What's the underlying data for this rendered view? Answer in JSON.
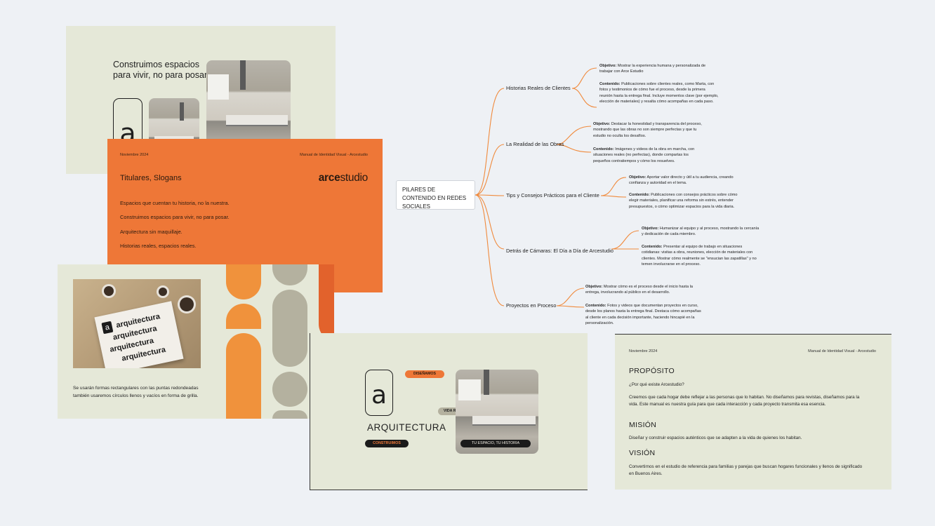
{
  "hero": {
    "title": "Construimos espacios para vivir, no para posar.",
    "logo_letter": "a"
  },
  "orange": {
    "date": "Noviembre 2024",
    "manual": "Manual de Identidad Visual - Arcestudio",
    "heading": "Titulares, Slogans",
    "brand_bold": "arce",
    "brand_light": "studio",
    "slogans": [
      "Espacios que cuentan tu historia, no la nuestra.",
      "Construimos espacios para vivir, no para posar.",
      "Arquitectura sin maquillaje.",
      "Historias reales, espacios reales."
    ]
  },
  "shapes": {
    "caption": "Se usarán formas rectangulares con las puntas redondeadas también usaremos círculos llenos y vacíos en forma de grilla.",
    "mock_words": [
      "arquitectura",
      "arquitectura",
      "arquitectura",
      "arquitectura"
    ],
    "mock_logo": "a"
  },
  "arq": {
    "logo_letter": "a",
    "word": "ARQUITECTURA",
    "pill_design": "DISEÑAMOS",
    "pill_real": "VIDA REAL",
    "pill_build": "CONSTRUIMOS",
    "tag": "TU ESPACIO, TU HISTORIA"
  },
  "prop": {
    "date": "Noviembre 2024",
    "manual": "Manual de Identidad Visual - Arcestudio",
    "h1": "PROPÓSITO",
    "q": "¿Por qué existe Arcestudio?",
    "p1": "Creemos que cada hogar debe reflejar a las personas que lo habitan. No diseñamos para revistas, diseñamos para la vida. Este manual es nuestra guía para que cada interacción y cada proyecto transmita esa esencia.",
    "h2": "MISIÓN",
    "p2": "Diseñar y construir espacios auténticos que se adapten a la vida de quienes los habitan.",
    "h3": "VISIÓN",
    "p3": "Convertirnos en el estudio de referencia para familias y parejas que buscan hogares funcionales y llenos de significado en Buenos Aires."
  },
  "mindmap": {
    "root": "PILARES DE CONTENIDO EN REDES SOCIALES",
    "accent": "#f08a3c",
    "obj_label": "Objetivo:",
    "cont_label": "Contenido:",
    "branches": [
      {
        "label": "Historias Reales de Clientes",
        "objetivo": "Mostrar la experiencia humana y personalizada de trabajar con Arce Estudio",
        "contenido": "Publicaciones sobre clientes reales, como Marta, con fotos y testimonios de cómo fue el proceso, desde la primera reunión hasta la entrega final. Incluye momentos clave (por ejemplo, elección de materiales) y resalta cómo acompañas en cada paso."
      },
      {
        "label": "La Realidad de las Obras",
        "objetivo": "Destacar la honestidad y transparencia del proceso, mostrando que las obras no son siempre perfectas y que tu estudio no oculta los desafíos.",
        "contenido": "Imágenes y videos de la obra en marcha, con situaciones reales (no perfectas), donde compartas los pequeños contratiempos y cómo los resuelves."
      },
      {
        "label": "Tips y Consejos Prácticos para el Cliente",
        "objetivo": "Aportar valor directo y útil a tu audiencia, creando confianza y autoridad en el tema.",
        "contenido": "Publicaciones con consejos prácticos sobre cómo elegir materiales, planificar una reforma sin estrés, entender presupuestos, o cómo optimizar espacios para la vida diaria."
      },
      {
        "label": "Detrás de Cámaras: El Día a Día de Arcestudio",
        "objetivo": "Humanizar al equipo y al proceso, mostrando la cercanía y dedicación de cada miembro.",
        "contenido": "Presentar al equipo de trabajo en situaciones cotidianas: visitas a obra, reuniones, elección de materiales con clientes. Mostrar cómo realmente se \"ensucian las zapatillas\" y no temen involucrarse en el proceso."
      },
      {
        "label": "Proyectos en Proceso",
        "objetivo": "Mostrar cómo es el proceso desde el inicio hasta la entrega, involucrando al público en el desarrollo.",
        "contenido": "Fotos y videos que documentan proyectos en curso, desde los planos hasta la entrega final. Destaca cómo acompañas al cliente en cada decisión importante, haciendo hincapié en la personalización."
      }
    ]
  },
  "colors": {
    "orange": "#ee7737",
    "cream": "#e5e8d8",
    "sage": "#b4b19f",
    "deep_orange": "#e2622c",
    "background": "#eef1f5"
  }
}
